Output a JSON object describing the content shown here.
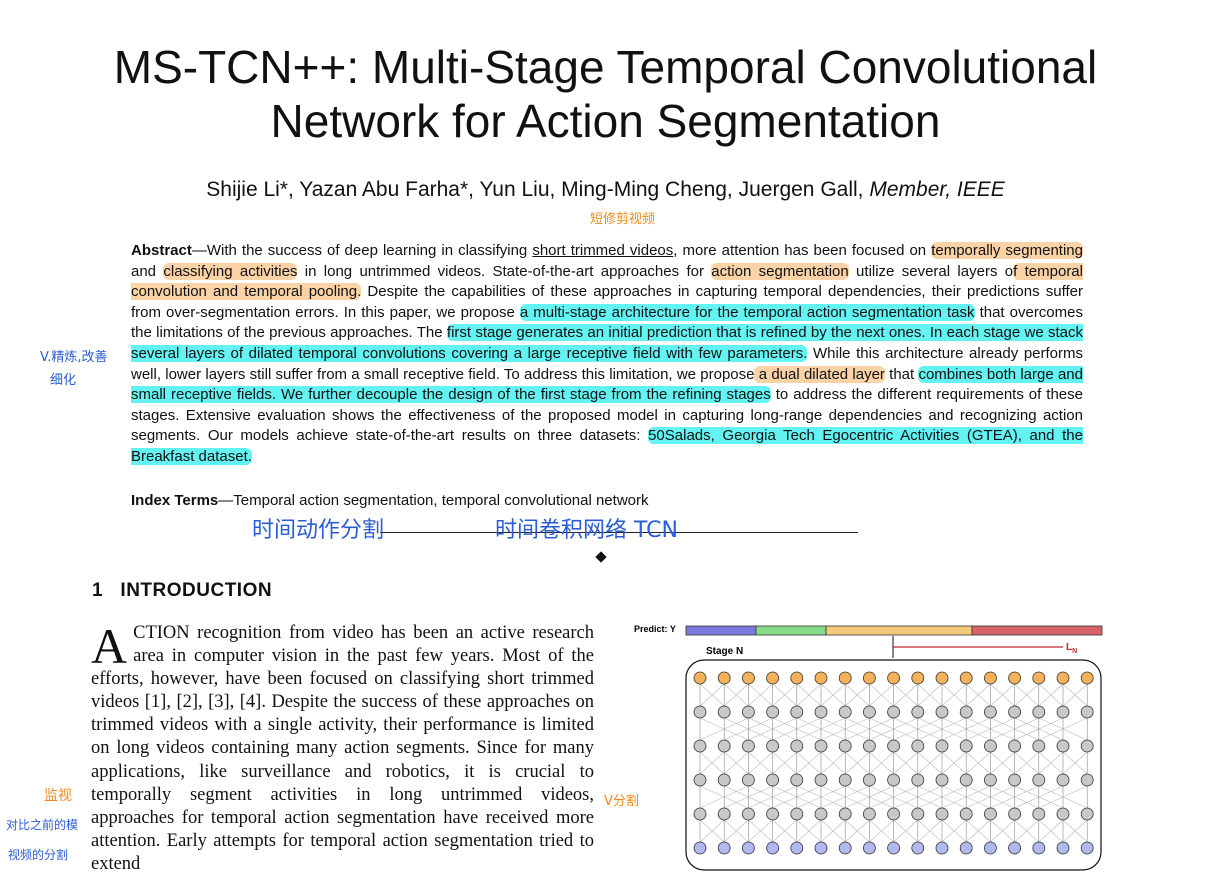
{
  "title": {
    "line1": "MS-TCN++: Multi-Stage Temporal Convolutional",
    "line2": "Network for Action Segmentation"
  },
  "authors": {
    "names": "Shijie Li*, Yazan Abu Farha*, Yun Liu, Ming-Ming Cheng, Juergen Gall,",
    "role": "Member, IEEE"
  },
  "abstract": {
    "label": "Abstract",
    "p1": "—With the success of deep learning in classifying ",
    "p2": "short trimmed videos",
    "p3": ", more attention has been focused on ",
    "p4": "temporally segmenting",
    "p5": " and ",
    "p6": "classifying activities",
    "p7": " in long untrimmed videos. State-of-the-art approaches for ",
    "p8": "action segmentation",
    "p9": " utilize several layers o",
    "p10": "f temporal convolution and temporal pooling.",
    "p11": " Despite the capabilities of these approaches in capturing temporal dependencies, their predictions suffer from over-segmentation errors. In this paper, we propose ",
    "p12": "a multi-stage architecture for the temporal action segmentation task",
    "p13": " that overcomes the limitations of the previous approaches. The ",
    "p14": "first stage generates an initial prediction that is refined by the next ones. In each stage we stack several layers of dilated temporal convolutions covering a large receptive field with few parameters.",
    "p15": " While this architecture already performs well, lower layers still suffer from a small receptive field. To address this limitation, we propose",
    "p16": " a dual dilated layer",
    "p17": " that ",
    "p18": "combines both large and small receptive fields. We further decouple the design of the first stage from the refining stages",
    "p19": " to address the different requirements of these stages. Extensive evaluation shows the effectiveness of the proposed model in capturing long-range dependencies and recognizing action segments. Our models achieve state-of-the-art results on three datasets: ",
    "p20": "50Salads, Georgia Tech Egocentric Activities (GTEA), and the Breakfast dataset."
  },
  "index_terms": {
    "label": "Index Terms",
    "text": "—Temporal action segmentation, temporal convolutional network"
  },
  "section": {
    "number": "1",
    "title": "INTRODUCTION"
  },
  "intro": {
    "dropcap": "A",
    "text": "CTION recognition from video has been an active research area in computer vision in the past few years. Most of the efforts, however, have been focused on classifying short trimmed videos [1], [2], [3], [4]. Despite the success of these approaches on trimmed videos with a single activity, their performance is limited on long videos containing many action segments. Since for many applications, like surveillance and robotics, it is crucial to temporally segment activities in long untrimmed videos, approaches for temporal action segmentation have received more attention. Early attempts for temporal action segmentation tried to extend"
  },
  "handwriting": {
    "time_action_seg": "时间动作分割",
    "tcn": "时间卷积网络 TCN",
    "short_trimmed": "短修剪视频",
    "surveillance": "监视",
    "seg_note": "V分割",
    "left_note_1": "V.精炼,改善",
    "left_note_2": "细化",
    "left_note_3": "对比之前的模",
    "left_note_4": "视频的分割"
  },
  "figure": {
    "predict_label": "Predict: Y",
    "stage_label": "Stage N",
    "loss_label": "L",
    "loss_sub": "N",
    "prediction_colors": [
      "#7b78e0",
      "#86d986",
      "#f5c97a",
      "#d8646a"
    ],
    "node_colors": {
      "top": "#f5b25a",
      "mid": "#c8c8c8",
      "bottom": "#b0b8f0"
    }
  }
}
